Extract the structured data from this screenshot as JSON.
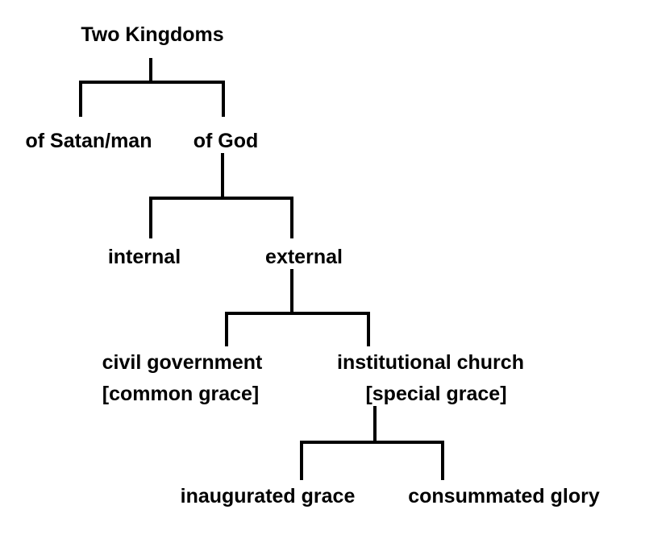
{
  "diagram": {
    "root": "Two Kingdoms",
    "level1": {
      "left": "of Satan/man",
      "right": "of God"
    },
    "level2": {
      "left": "internal",
      "right": "external"
    },
    "level3": {
      "left": {
        "line1": "civil government",
        "line2": "[common grace]"
      },
      "right": {
        "line1": "institutional church",
        "line2": "[special grace]"
      }
    },
    "level4": {
      "left": "inaugurated grace",
      "right": "consummated glory"
    },
    "line_color": "#000000"
  }
}
